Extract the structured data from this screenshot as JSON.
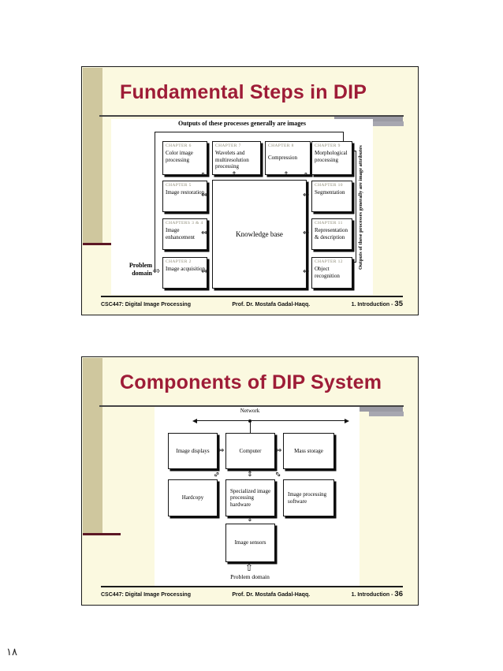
{
  "page": {
    "corner_number": "١٨"
  },
  "icons": {
    "h_arrow": "⇔",
    "v_arrow": "⇕",
    "up_arrow": "⇧",
    "right_arrow": "⇨"
  },
  "slide1": {
    "title": "Fundamental Steps in DIP",
    "caption_top": "Outputs of these processes generally are images",
    "caption_right": "Outputs of these processes generally are image attributes",
    "problem_domain": "Problem domain",
    "knowledge_base": "Knowledge base",
    "boxes": {
      "ch6": {
        "chapter": "CHAPTER 6",
        "label": "Color image processing"
      },
      "ch7": {
        "chapter": "CHAPTER 7",
        "label": "Wavelets and multiresolution processing"
      },
      "ch8": {
        "chapter": "CHAPTER 8",
        "label": "Compression"
      },
      "ch9": {
        "chapter": "CHAPTER 9",
        "label": "Morphological processing"
      },
      "ch5": {
        "chapter": "CHAPTER 5",
        "label": "Image restoration"
      },
      "ch34": {
        "chapter": "CHAPTERS 3 & 4",
        "label": "Image enhancement"
      },
      "ch2": {
        "chapter": "CHAPTER 2",
        "label": "Image acquisition"
      },
      "ch10": {
        "chapter": "CHAPTER 10",
        "label": "Segmentation"
      },
      "ch11": {
        "chapter": "CHAPTER 11",
        "label": "Representation & description"
      },
      "ch12": {
        "chapter": "CHAPTER 12",
        "label": "Object recognition"
      }
    },
    "footer": {
      "course": "CSC447: Digital Image Processing",
      "author": "Prof. Dr. Mostafa Gadal-Haqq.",
      "section": "1. Introduction -",
      "page": "35"
    }
  },
  "slide2": {
    "title": "Components of DIP System",
    "network": "Network",
    "boxes": {
      "displays": "Image displays",
      "computer": "Computer",
      "storage": "Mass storage",
      "hardcopy": "Hardcopy",
      "hardware": "Specialized image processing hardware",
      "software": "Image processing software",
      "sensors": "Image sensors"
    },
    "problem_domain": "Problem domain",
    "footer": {
      "course": "CSC447: Digital Image Processing",
      "author": "Prof. Dr. Mostafa Gadal-Haqq.",
      "section": "1. Introduction -",
      "page": "36"
    }
  }
}
